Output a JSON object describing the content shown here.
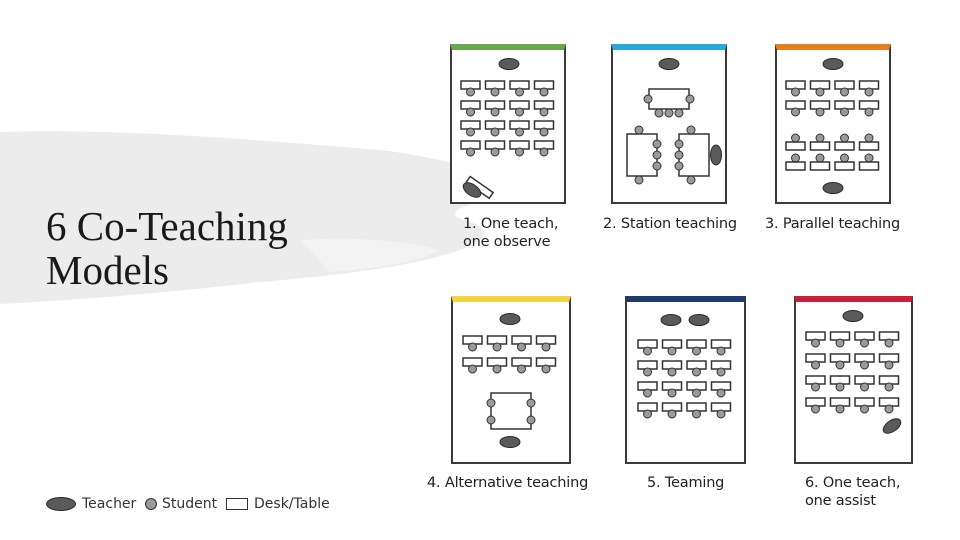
{
  "title": {
    "line1": "6 Co-Teaching",
    "line2": "Models"
  },
  "models": [
    {
      "id": 1,
      "line1": "1. One teach,",
      "line2": "one observe",
      "accent": "#6aa84f"
    },
    {
      "id": 2,
      "line1": "2. Station teaching",
      "line2": "",
      "accent": "#29a8e0"
    },
    {
      "id": 3,
      "line1": "3. Parallel teaching",
      "line2": "",
      "accent": "#e67e22"
    },
    {
      "id": 4,
      "line1": "4. Alternative teaching",
      "line2": "",
      "accent": "#f4d23c"
    },
    {
      "id": 5,
      "line1": "5. Teaming",
      "line2": "",
      "accent": "#1f3a6e"
    },
    {
      "id": 6,
      "line1": "6. One teach,",
      "line2": "one assist",
      "accent": "#c8203a"
    }
  ],
  "legend": {
    "teacher": "Teacher",
    "student": "Student",
    "desk": "Desk/Table"
  },
  "colors": {
    "teacher_fill": "#5a5a5a",
    "student_fill": "#9a9a9a",
    "outline": "#333333",
    "brush": "#ececec"
  }
}
